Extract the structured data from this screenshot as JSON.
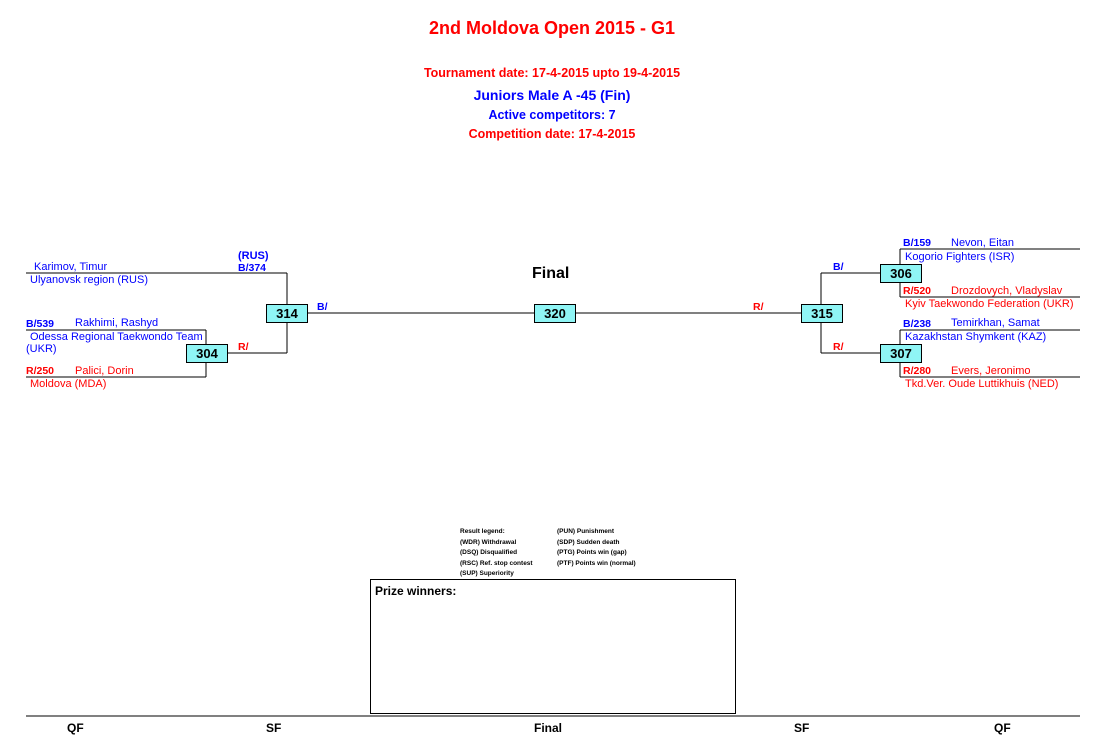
{
  "header": {
    "title": "2nd Moldova Open 2015 - G1",
    "tournament_date": "Tournament date: 17-4-2015 upto 19-4-2015",
    "category": "Juniors Male A -45 (Fin)",
    "active_competitors": "Active competitors: 7",
    "competition_date": "Competition date: 17-4-2015"
  },
  "final_label": "Final",
  "left": {
    "comp1": {
      "name": "Karimov, Timur",
      "club": "Ulyanovsk region (RUS)"
    },
    "comp2": {
      "code": "B/539",
      "name": "Rakhimi, Rashyd",
      "club_line1": "Odessa Regional Taekwondo Team",
      "club_line2": "(UKR)"
    },
    "comp3": {
      "code": "R/250",
      "name": "Palici, Dorin",
      "club": "Moldova (MDA)"
    },
    "sf_country": "(RUS)",
    "sf_code": "B/374",
    "match_304_r": "R/",
    "final_b": "B/"
  },
  "right": {
    "comp1": {
      "code": "B/159",
      "name": "Nevon, Eitan",
      "club": "Kogorio Fighters (ISR)"
    },
    "comp2": {
      "code": "R/520",
      "name": "Drozdovych, Vladyslav",
      "club": "Kyiv Taekwondo Federation (UKR)"
    },
    "comp3": {
      "code": "B/238",
      "name": "Temirkhan, Samat",
      "club": "Kazakhstan Shymkent (KAZ)"
    },
    "comp4": {
      "code": "R/280",
      "name": "Evers, Jeronimo",
      "club": "Tkd.Ver. Oude Luttikhuis (NED)"
    },
    "match_306_b": "B/",
    "match_307_r": "R/",
    "final_r": "R/"
  },
  "matches": {
    "m304": "304",
    "m314": "314",
    "m320": "320",
    "m315": "315",
    "m306": "306",
    "m307": "307"
  },
  "legend": {
    "col1": [
      "Result legend:",
      "(WDR) Withdrawal",
      "(DSQ) Disqualified",
      "(RSC) Ref. stop contest",
      "(SUP) Superiority"
    ],
    "col2": [
      "(PUN) Punishment",
      "(SDP) Sudden death",
      "(PTG) Points win (gap)",
      "(PTF) Points win (normal)"
    ]
  },
  "prize_winners_label": "Prize winners:",
  "rounds": [
    "QF",
    "SF",
    "Final",
    "SF",
    "QF"
  ]
}
